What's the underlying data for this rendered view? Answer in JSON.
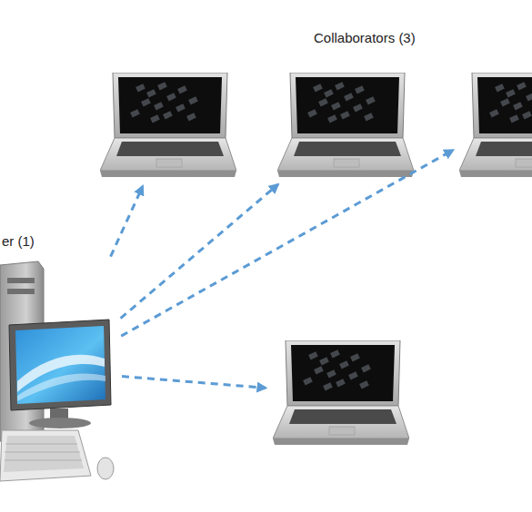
{
  "diagram": {
    "nodes": [
      {
        "text": [
          "er (1)"
        ]
      },
      {
        "text": []
      },
      {
        "text": []
      },
      {
        "text": []
      },
      {
        "text": []
      }
    ],
    "edges": [
      {
        "from": 0,
        "to": 1,
        "arrow": "to"
      },
      {
        "from": 0,
        "to": 2,
        "arrow": "to"
      },
      {
        "from": 0,
        "to": 3,
        "arrow": "to"
      },
      {
        "from": 0,
        "to": 4,
        "arrow": "to"
      }
    ],
    "labels": [
      "Collaborators (3)"
    ]
  }
}
